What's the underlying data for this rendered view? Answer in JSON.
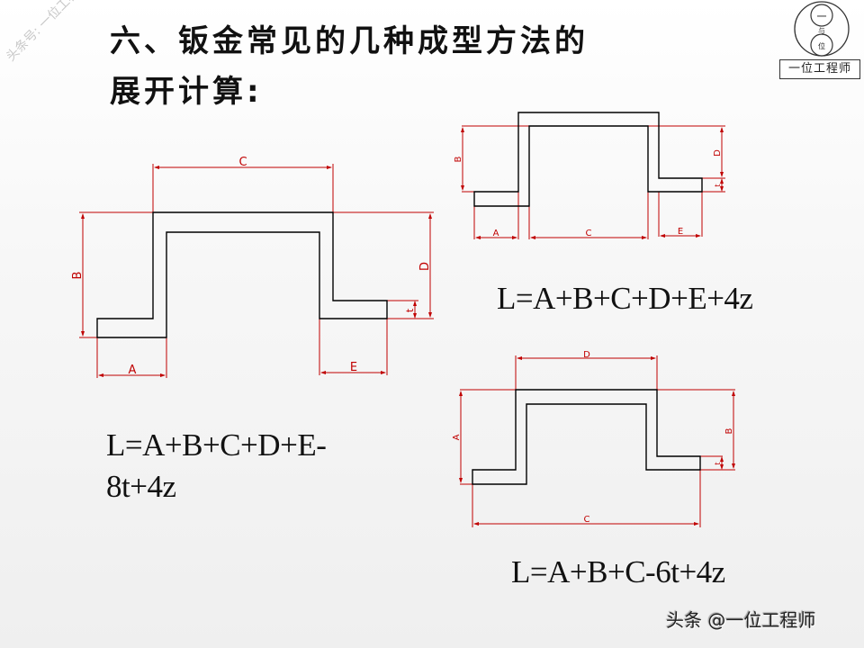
{
  "slide": {
    "title_line1": "六、钣金常见的几种成型方法的",
    "title_line2": "展开计算:",
    "side_watermark": "头条号: 一位工程师",
    "logo": {
      "circle_top_char": "一",
      "circle_mid_char": "与",
      "circle_bottom_char": "位",
      "caption": "一位工程师"
    },
    "footer_watermark": "头条 @一位工程师"
  },
  "figures": [
    {
      "id": "figure-1",
      "description": "Double Z-bend (hat) profile, dimensions to outer/inner edges",
      "labels": {
        "A": "A",
        "B": "B",
        "C": "C",
        "D": "D",
        "E": "E",
        "t": "t"
      },
      "formula_line1": "L=A+B+C+D+E-",
      "formula_line2": "8t+4z"
    },
    {
      "id": "figure-2",
      "description": "Hat profile, dimensions to inner edges",
      "labels": {
        "A": "A",
        "B": "B",
        "C": "C",
        "D": "D",
        "E": "E",
        "t": "t"
      },
      "formula": "L=A+B+C+D+E+4z"
    },
    {
      "id": "figure-3",
      "description": "Hat profile with overall width C and top D",
      "labels": {
        "A": "A",
        "B": "B",
        "C": "C",
        "D": "D",
        "t": "t"
      },
      "formula": "L=A+B+C-6t+4z"
    }
  ],
  "colors": {
    "dimension_line": "#c00000",
    "profile_line": "#000000",
    "text": "#111111"
  }
}
